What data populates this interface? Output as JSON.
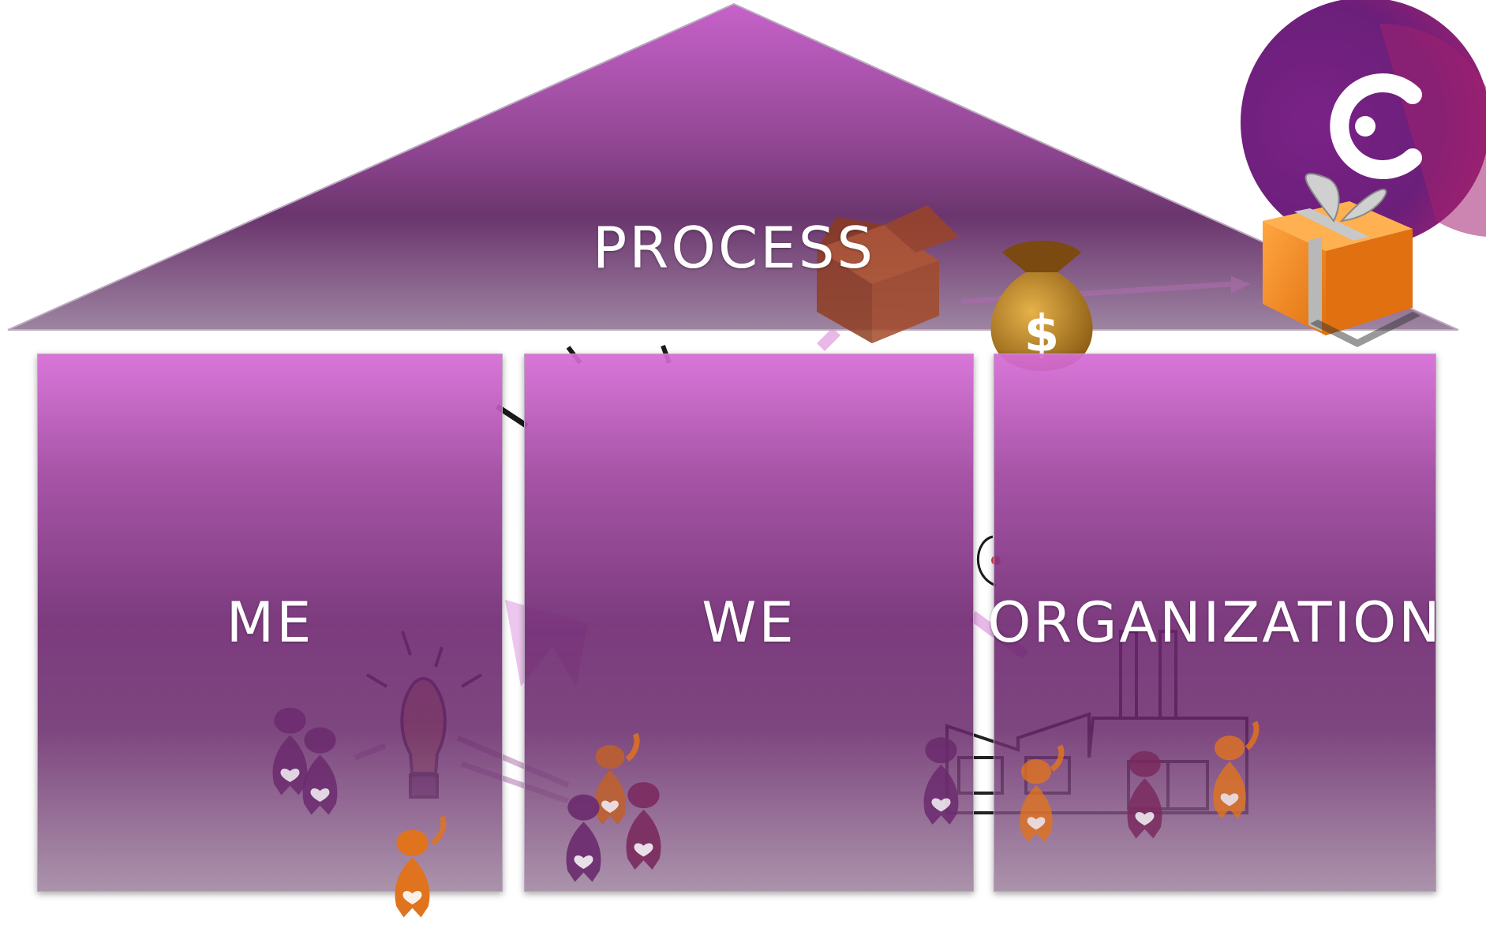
{
  "roof": {
    "label": "PROCESS"
  },
  "pillars": [
    {
      "label": "ME"
    },
    {
      "label": "WE"
    },
    {
      "label": "ORGANIZATION"
    }
  ],
  "colors": {
    "roof_top": "#c55cc8",
    "roof_mid": "#652d68",
    "pillar_top": "#d66cd6",
    "pillar_mid": "#6e2670",
    "person_purple": "#6b2a6e",
    "person_orange": "#e0731e",
    "gift_orange": "#f28a1c",
    "logo_purple": "#6b1f7a",
    "logo_magenta": "#a0206f"
  },
  "icons": [
    "lightbulb-icon",
    "person-icon",
    "box-icon",
    "money-bag-icon",
    "gift-icon",
    "factory-icon",
    "logo-icon"
  ]
}
